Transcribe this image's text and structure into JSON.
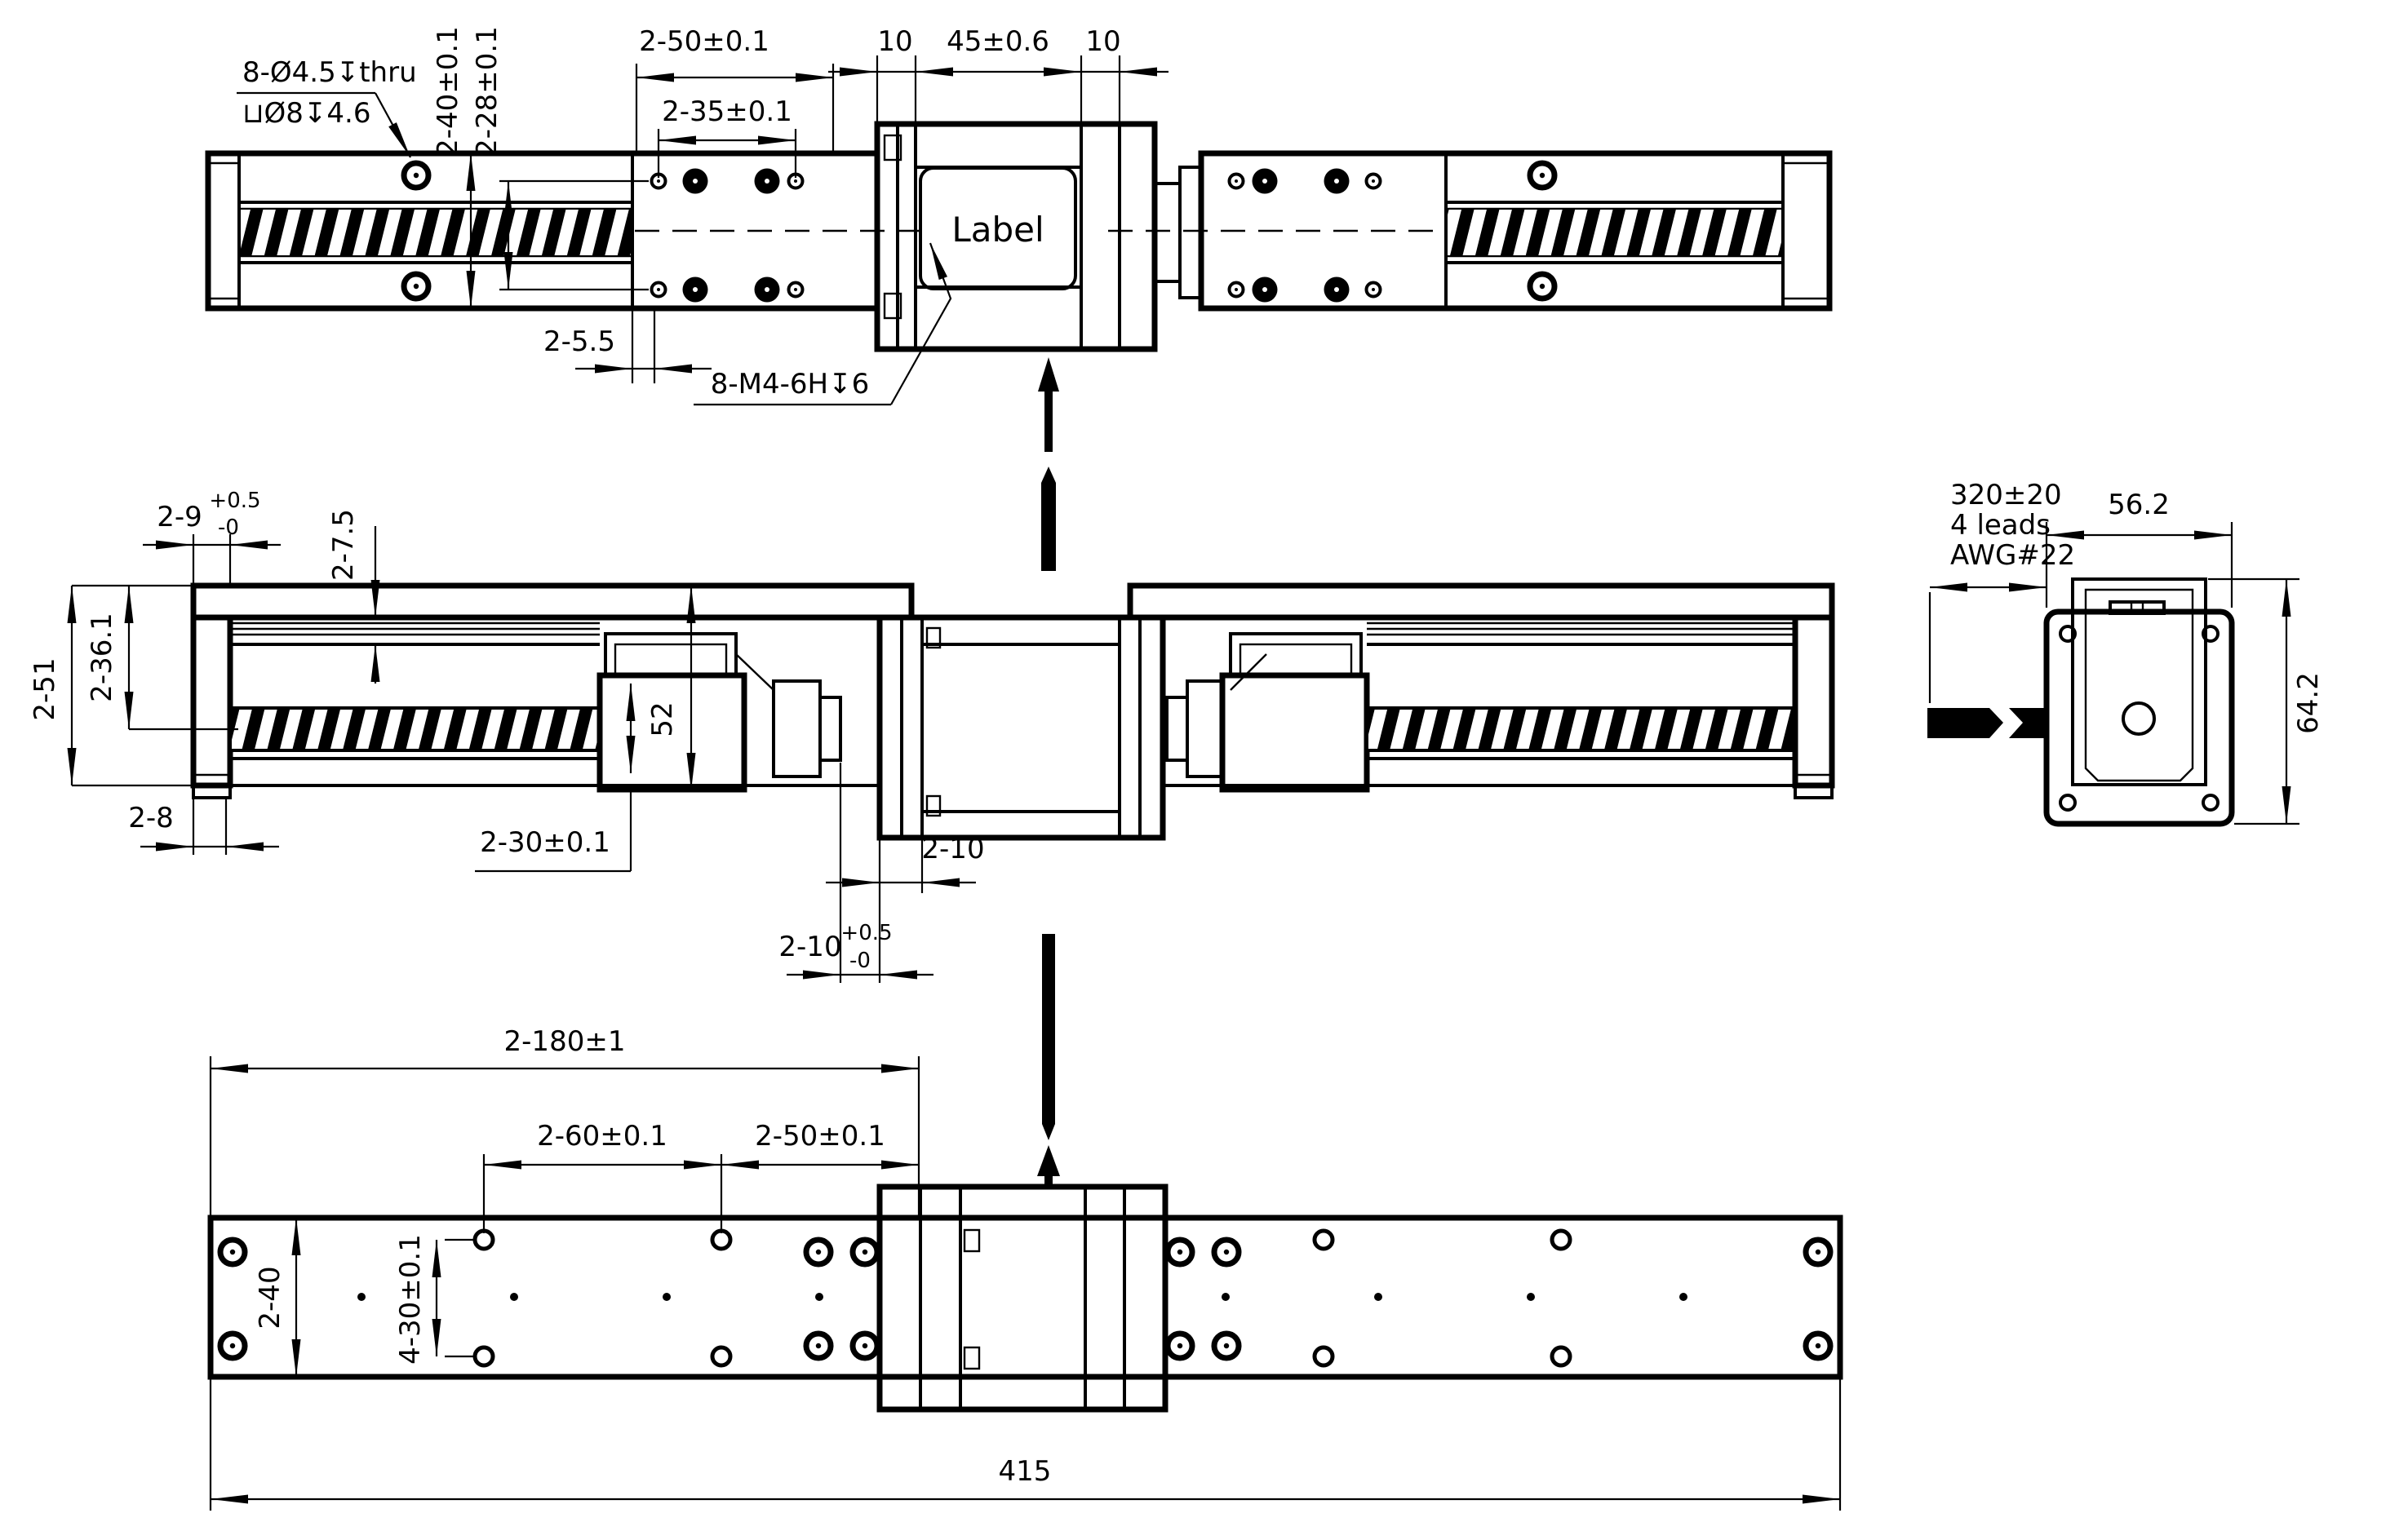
{
  "views": {
    "top": {
      "hole_callout": [
        "8-Ø4.5↧thru",
        "⊔Ø8↧4.6"
      ],
      "tap_callout": "8-M4-6H↧6",
      "carriage_label": "Label",
      "dims": {
        "d50": "2-50±0.1",
        "d35": "2-35±0.1",
        "d10l": "10",
        "d45": "45±0.6",
        "d10r": "10",
        "d40": "2-40±0.1",
        "d28": "2-28±0.1",
        "d55": "2-5.5"
      }
    },
    "front": {
      "dims": {
        "d9": "2-9",
        "d9tp": "+0.5",
        "d9tm": "-0",
        "d75": "2-7.5",
        "d51": "2-51",
        "d361": "2-36.1",
        "d8": "2-8",
        "d52": "52",
        "d30": "2-30±0.1",
        "d10": "2-10",
        "d10b": "2-10",
        "d10btp": "+0.5",
        "d10btm": "-0"
      }
    },
    "motor": {
      "cable_note": [
        "320±20",
        "4 leads",
        "AWG#22"
      ],
      "dims": {
        "w": "56.2",
        "h": "64.2"
      }
    },
    "bottom": {
      "dims": {
        "d180": "2-180±1",
        "d60": "2-60±0.1",
        "d50": "2-50±0.1",
        "d40": "2-40",
        "d30": "4-30±0.1",
        "d415": "415"
      }
    }
  },
  "colors": {
    "line": "#000000",
    "background": "#ffffff"
  }
}
